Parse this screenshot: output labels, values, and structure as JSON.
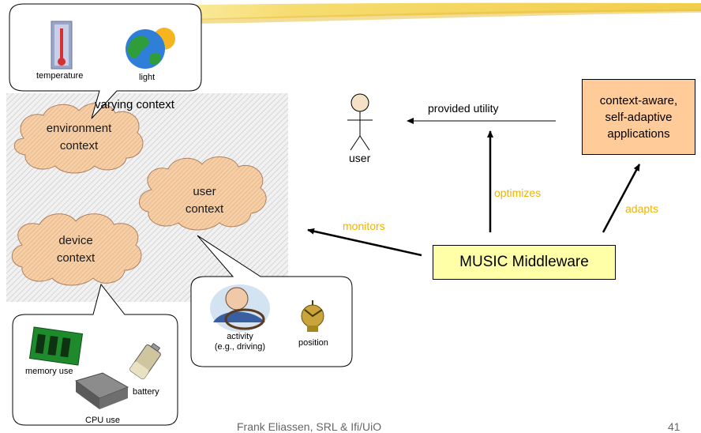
{
  "context_area": {
    "title": "varying context",
    "clouds": [
      {
        "name": "environment",
        "lines": [
          "environment",
          "context"
        ]
      },
      {
        "name": "user",
        "lines": [
          "user",
          "context"
        ]
      },
      {
        "name": "device",
        "lines": [
          "device",
          "context"
        ]
      }
    ]
  },
  "callouts": {
    "environment": {
      "temperature": "temperature",
      "light": "light"
    },
    "user": {
      "activity_line1": "activity",
      "activity_line2": "(e.g., driving)",
      "position": "position"
    },
    "device": {
      "memory": "memory use",
      "battery": "battery",
      "cpu": "CPU use"
    }
  },
  "actors": {
    "user": "user"
  },
  "apps_box": {
    "lines": [
      "context-aware,",
      "self-adaptive",
      "applications"
    ]
  },
  "middleware": {
    "label": "MUSIC Middleware"
  },
  "arrows": {
    "provided_utility": "provided utility",
    "monitors": "monitors",
    "optimizes": "optimizes",
    "adapts": "adapts"
  },
  "footer": {
    "author": "Frank Eliassen, SRL & Ifi/UiO",
    "page": "41"
  },
  "colors": {
    "arrow_label": "#f0b400",
    "apps_fill": "#ffcc99",
    "middleware_fill": "#ffffa8",
    "cloud_fill": "#f5cda5"
  }
}
